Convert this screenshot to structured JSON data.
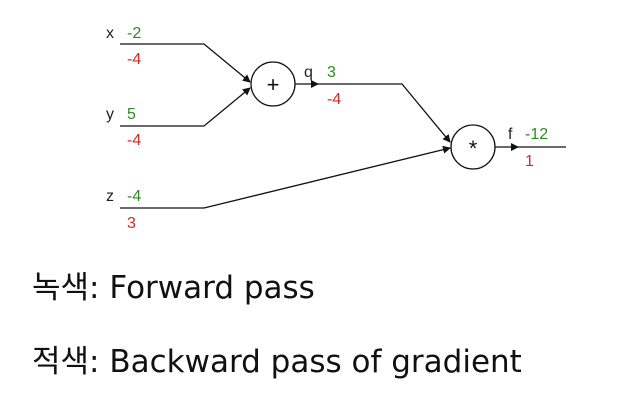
{
  "colors": {
    "forward": "#2e8b22",
    "backward": "#d8281f"
  },
  "inputs": [
    {
      "name": "x",
      "forward": "-2",
      "backward": "-4"
    },
    {
      "name": "y",
      "forward": "5",
      "backward": "-4"
    },
    {
      "name": "z",
      "forward": "-4",
      "backward": "3"
    }
  ],
  "add_node": {
    "symbol": "+",
    "output_name": "q",
    "forward": "3",
    "backward": "-4"
  },
  "mul_node": {
    "symbol": "*",
    "output_name": "f",
    "forward": "-12",
    "backward": "1"
  },
  "legend": {
    "forward": "녹색: Forward pass",
    "backward": "적색: Backward pass of gradient"
  }
}
